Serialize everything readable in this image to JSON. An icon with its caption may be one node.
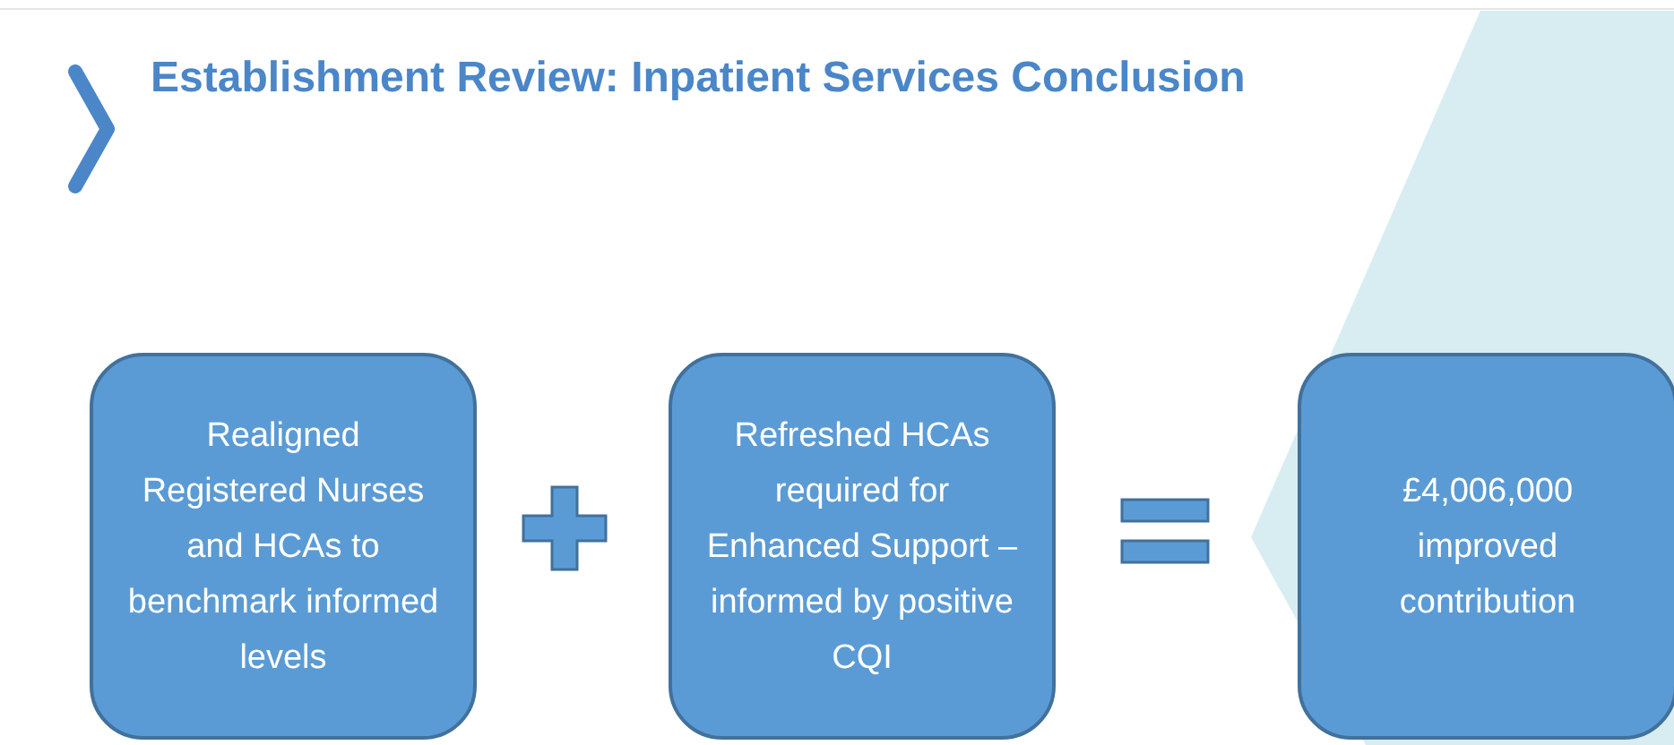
{
  "diagram": {
    "title": "Establishment Review: Inpatient Services Conclusion",
    "nodes": [
      {
        "text": [
          "Realigned Registered Nurses and HCAs to benchmark informed levels"
        ]
      },
      {
        "text": [
          "Refreshed HCAs required for Enhanced Support – informed by positive CQI"
        ]
      },
      {
        "text": [
          "£4,006,000 improved contribution"
        ]
      }
    ]
  }
}
